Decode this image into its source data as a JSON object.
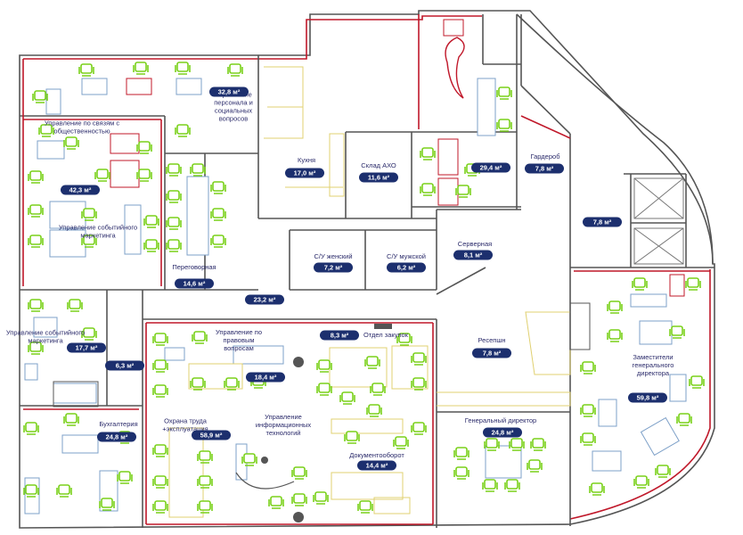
{
  "colors": {
    "badge": "#1c2f6e",
    "wall": "#555555",
    "red_wall": "#c0182a",
    "chair": "#7ad11a",
    "desk": "#7da0c8",
    "kitchen_yellow": "#e0d070"
  },
  "rooms": [
    {
      "id": "r01",
      "name": "Управление персонала и социальных вопросов",
      "area": "32,8 м²"
    },
    {
      "id": "r02",
      "name": "Управление по связям с общественностью",
      "area": "42,3 м²"
    },
    {
      "id": "r03",
      "name": "Управление событийного маркетинга",
      "area": ""
    },
    {
      "id": "r04",
      "name": "Переговорная",
      "area": "14,6 м²"
    },
    {
      "id": "r05",
      "name": "Кухня",
      "area": "17,0 м²"
    },
    {
      "id": "r06",
      "name": "Склад АХО",
      "area": "11,6 м²"
    },
    {
      "id": "r07",
      "name": "",
      "area": "29,4 м²"
    },
    {
      "id": "r08",
      "name": "Гардероб",
      "area": "7,8 м²"
    },
    {
      "id": "r09",
      "name": "",
      "area": "7,8 м²"
    },
    {
      "id": "r10",
      "name": "С/У женский",
      "area": "7,2 м²"
    },
    {
      "id": "r11",
      "name": "С/У мужской",
      "area": "6,2 м²"
    },
    {
      "id": "r12",
      "name": "Серверная",
      "area": "8,1 м²"
    },
    {
      "id": "r13",
      "name": "",
      "area": "23,2 м²"
    },
    {
      "id": "r14",
      "name": "Управление событийного маркетинга",
      "area": "17,7 м²"
    },
    {
      "id": "r15",
      "name": "",
      "area": "6,3 м²"
    },
    {
      "id": "r16",
      "name": "Управление по правовым вопросам",
      "area": "18,4 м²"
    },
    {
      "id": "r17",
      "name": "Отдел закупок",
      "area": "8,3 м²"
    },
    {
      "id": "r18",
      "name": "Ресепшн",
      "area": "7,8 м²"
    },
    {
      "id": "r19",
      "name": "Заместители генерального директора",
      "area": "59,8 м²"
    },
    {
      "id": "r20",
      "name": "Бухгалтерия",
      "area": "24,8 м²"
    },
    {
      "id": "r21",
      "name": "Охрана труда +эксплуатация",
      "area": "58,9 м²"
    },
    {
      "id": "r22",
      "name": "Управление информационных технологий",
      "area": ""
    },
    {
      "id": "r23",
      "name": "Документооборот",
      "area": "14,4 м²"
    },
    {
      "id": "r24",
      "name": "Генеральный директор",
      "area": "24,8 м²"
    }
  ]
}
